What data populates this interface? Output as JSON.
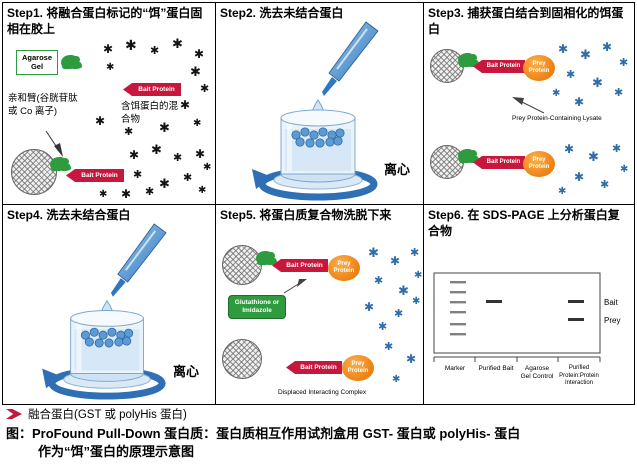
{
  "labels": {
    "bait": "Bait Protein",
    "prey": "Prey Protein",
    "agarose": "Agarose Gel"
  },
  "icons": {
    "protein_star": "✱",
    "legend_fusion_arrow": "red-chevron"
  },
  "colors": {
    "bait_tag_red": "#C8173D",
    "prey_tag_orange": "#F08A1E",
    "fusion_protein_green": "#2E9B3E",
    "prey_star_blue": "#2E6DA8",
    "centrifuge_blue": "#2F6FB5"
  },
  "steps": {
    "s1": {
      "title": "Step1. 将融合蛋白标记的“饵”蛋白固相在胶上",
      "affinity_arm": "亲和臂(谷胱苷肽或 Co 离子)",
      "mixture": "含饵蛋白的混合物"
    },
    "s2": {
      "title": "Step2. 洗去未结合蛋白",
      "centrifuge": "离心"
    },
    "s3": {
      "title": "Step3. 捕获蛋白结合到固相化的饵蛋白",
      "lysate": "Prey Protein-Containing Lysate"
    },
    "s4": {
      "title": "Step4. 洗去未结合蛋白",
      "centrifuge": "离心"
    },
    "s5": {
      "title": "Step5. 将蛋白质复合物洗脱下来",
      "eluent": "Glutathione or Imidazole",
      "displaced": "Displaced Interacting Complex"
    },
    "s6": {
      "title": "Step6. 在 SDS-PAGE 上分析蛋白复合物",
      "lanes": {
        "marker": "Marker",
        "purified_bait": "Purified Bait",
        "gel_control": "Agarose Gel Control",
        "interaction": "Purified Protein:Protein Interaction"
      },
      "bands": {
        "bait": "Bait",
        "prey": "Prey"
      }
    }
  },
  "legend": {
    "fusion": "融合蛋白(GST 或 polyHis 蛋白)"
  },
  "caption": {
    "line1": "图：ProFound Pull-Down 蛋白质：蛋白质相互作用试剂盒用 GST- 蛋白或 polyHis- 蛋白",
    "line2": "作为“饵”蛋白的原理示意图"
  }
}
